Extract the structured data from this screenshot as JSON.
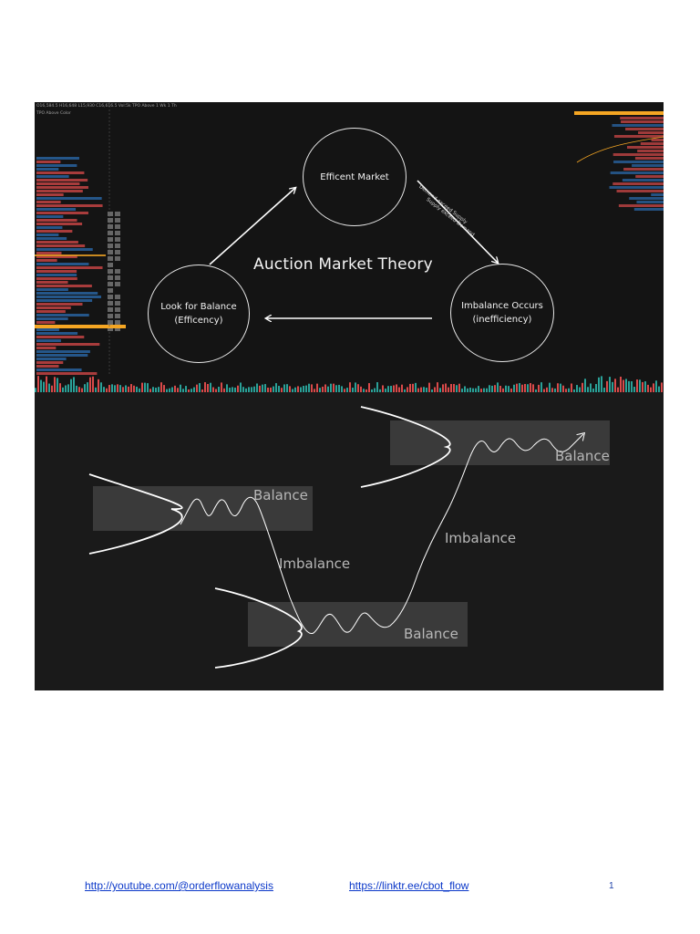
{
  "diagram_top": {
    "title": "Auction Market Theory",
    "circles": {
      "top": [
        "Efficent Market"
      ],
      "left": [
        "Look for Balance",
        "(Efficency)"
      ],
      "right": [
        "Imbalance Occurs",
        "(inefficiency)"
      ]
    },
    "arrow_labels": {
      "demand": "Demand exceed Supply",
      "supply": "Supply exceed Demand"
    },
    "header_strip": "O16,584.5 H16,648 L15,930 C16,616.5   Vol:5k   TPO Above 1 Wk 1 Th",
    "header_strip2": "TPO Above Color",
    "colors": {
      "bull": "#2aa198",
      "bear": "#d94a4a",
      "highlight": "#f5a623",
      "profile_blue": "#2b6cb0"
    }
  },
  "diagram_bottom": {
    "balance_labels": [
      "Balance",
      "Balance",
      "Balance"
    ],
    "imbalance_labels": [
      "Imbalance",
      "Imbalance"
    ]
  },
  "footer": {
    "link_youtube": "http://youtube.com/@orderflowanalysis",
    "link_linktree": "https://linktr.ee/cbot_flow",
    "page_number": "1"
  }
}
